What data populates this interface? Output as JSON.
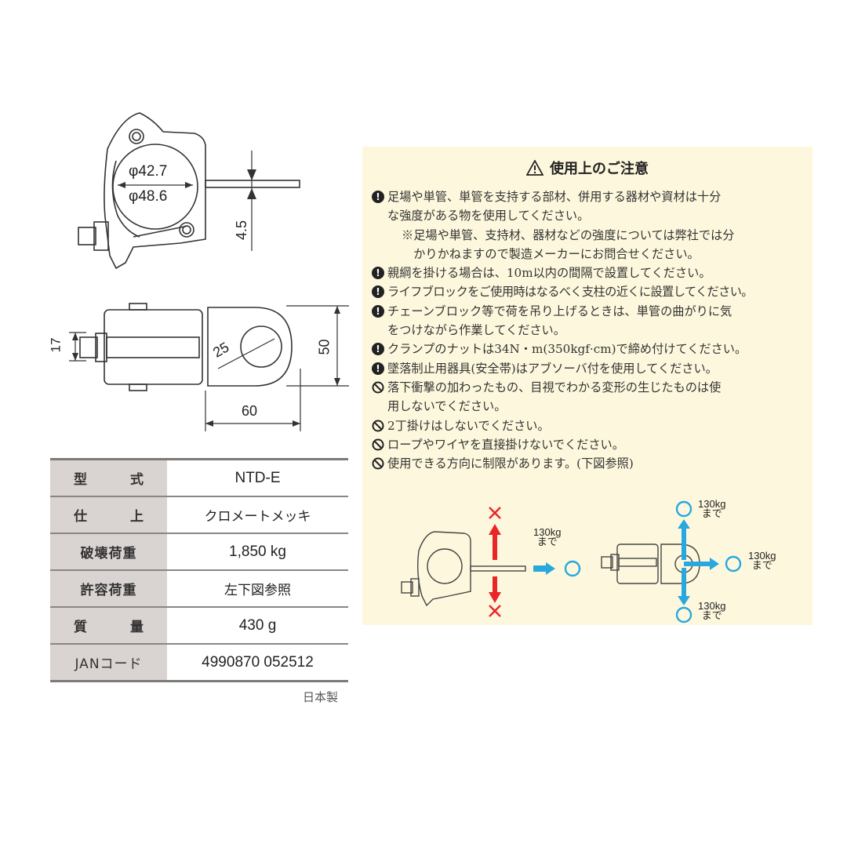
{
  "drawings": {
    "side_view": {
      "dim_inner": "φ42.7",
      "dim_outer": "φ48.6",
      "dim_plate_thickness": "4.5"
    },
    "top_view": {
      "dim_bolt": "17",
      "dim_hole": "25",
      "dim_height": "50",
      "dim_length": "60"
    }
  },
  "spec_table": {
    "rows": [
      {
        "label_parts": [
          "型",
          "式"
        ],
        "value": "NTD-E"
      },
      {
        "label_parts": [
          "仕",
          "上"
        ],
        "value": "クロメートメッキ"
      },
      {
        "label": "破壊荷重",
        "value": "1,850 kg"
      },
      {
        "label": "許容荷重",
        "value": "左下図参照"
      },
      {
        "label_parts": [
          "質",
          "量"
        ],
        "value": "430 g"
      },
      {
        "label": "JANコード",
        "value": "4990870 052512"
      }
    ],
    "footnote": "日本製"
  },
  "caution": {
    "title": "使用上のご注意",
    "title_icon": "warning-triangle-icon",
    "notes": [
      {
        "icon": "exclamation",
        "text": "足場や単管、単管を支持する部材、併用する器材や資材は十分\nな強度がある物を使用してください。"
      },
      {
        "icon": "none",
        "text": "※足場や単管、支持材、器材などの強度については弊社では分\n　かりかねますので製造メーカーにお問合せください。"
      },
      {
        "icon": "exclamation",
        "text": "親綱を掛ける場合は、10m以内の間隔で設置してください。"
      },
      {
        "icon": "exclamation",
        "text": "ライフブロックをご使用時はなるべく支柱の近くに設置してください。"
      },
      {
        "icon": "exclamation",
        "text": "チェーンブロック等で荷を吊り上げるときは、単管の曲がりに気\nをつけながら作業してください。"
      },
      {
        "icon": "exclamation",
        "text": "クランプのナットは34N・m(350kgf·cm)で締め付けてください。"
      },
      {
        "icon": "exclamation",
        "text": "墜落制止用器具(安全帯)はアブソーバ付を使用してください。"
      },
      {
        "icon": "prohibited",
        "text": "落下衝撃の加わったもの、目視でわかる変形の生じたものは使\n用しないでください。"
      },
      {
        "icon": "prohibited",
        "text": "2丁掛けはしないでください。"
      },
      {
        "icon": "prohibited",
        "text": "ロープやワイヤを直接掛けないでください。"
      },
      {
        "icon": "prohibited",
        "text": "使用できる方向に制限があります。(下図参照)"
      }
    ],
    "load_diagram": {
      "side": {
        "allowed_label": "130kg",
        "allowed_sub": "まで",
        "up": "×",
        "down": "×"
      },
      "top": {
        "up_label": "130kg",
        "up_sub": "まで",
        "right_label": "130kg",
        "right_sub": "まで",
        "down_label": "130kg",
        "down_sub": "まで"
      }
    },
    "colors": {
      "panel_bg": "#fdf8dd",
      "allowed": "#29a8e0",
      "forbidden": "#e8262a"
    }
  }
}
